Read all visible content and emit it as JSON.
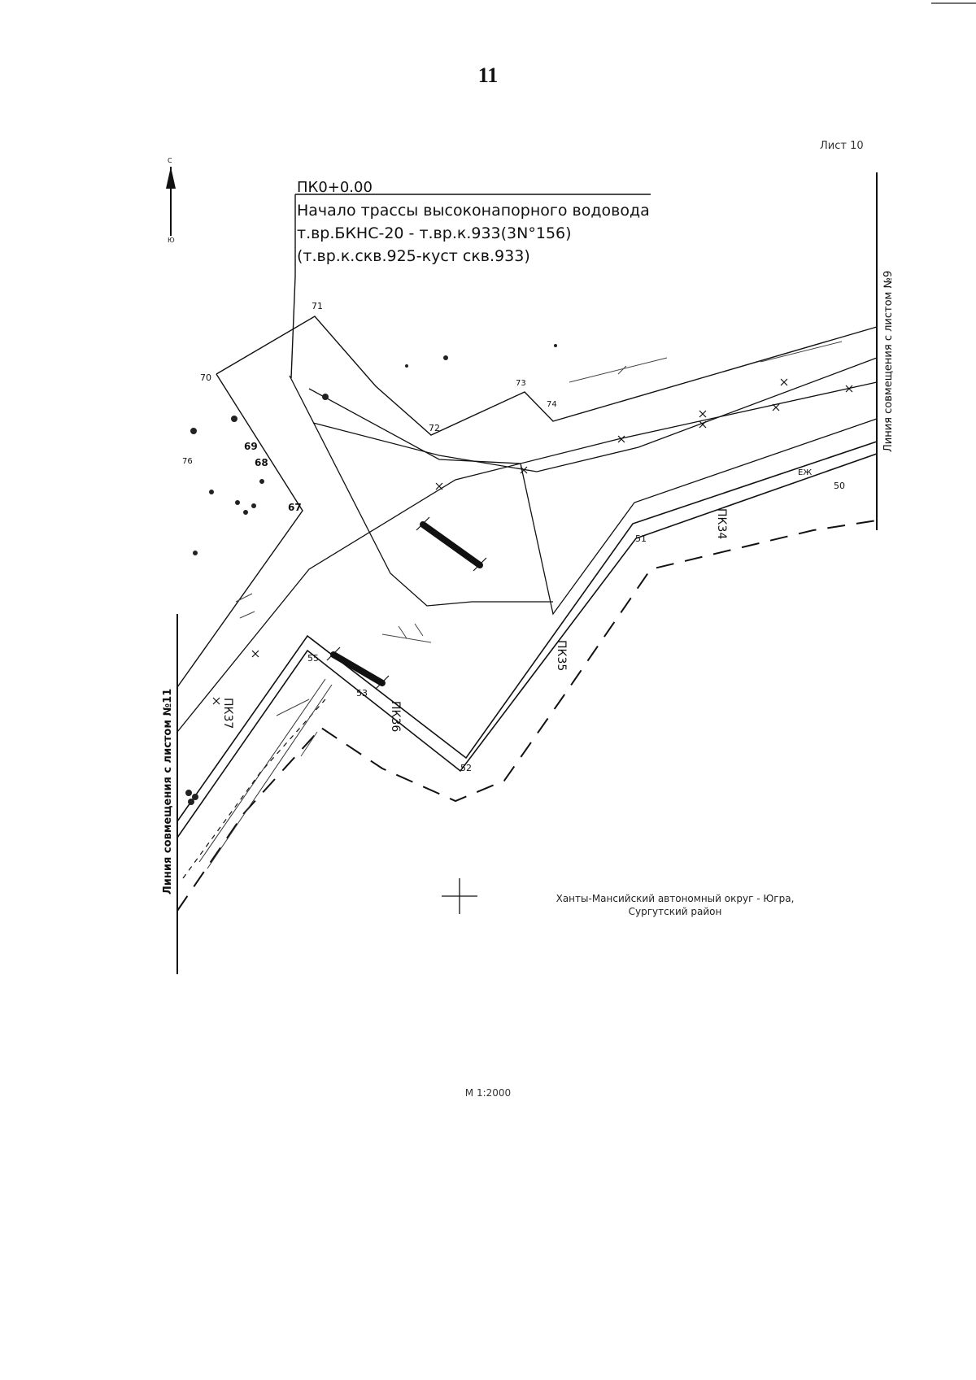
{
  "page_number": "11",
  "sheet_label": "Лист 10",
  "title_block": {
    "chainage": "ПК0+0.00",
    "lines": [
      "Начало трассы высоконапорного водовода",
      "т.вр.БКНС-20 - т.вр.к.933(3N°156)",
      "(т.вр.к.скв.925-куст скв.933)"
    ]
  },
  "match_lines": {
    "right": "Линия совмещения с листом №9",
    "left": "Линия совмещения с листом №11"
  },
  "chainages": {
    "pk34": "ПК34",
    "pk35": "ПК35",
    "pk36": "ПК36",
    "pk37": "ПК37"
  },
  "points": {
    "p50": "50",
    "p51": "51",
    "p52": "52",
    "p53": "53",
    "p55": "55",
    "p67": "67",
    "p68": "68",
    "p69": "69",
    "p70": "70",
    "p71": "71",
    "p72": "72",
    "p73": "73",
    "p74": "74",
    "p76": "76"
  },
  "small_label": "ЕЖ",
  "north_arrow": {
    "top": "С",
    "bottom": "Ю"
  },
  "region_label": {
    "line1": "Ханты-Мансийский автономный округ - Югра,",
    "line2": "Сургутский район"
  },
  "scale_label": "М 1:2000",
  "colors": {
    "ink": "#111111",
    "background": "#ffffff"
  }
}
